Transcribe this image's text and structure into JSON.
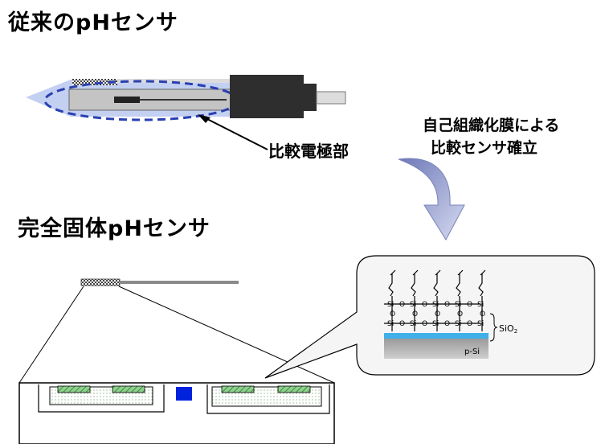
{
  "titles": {
    "conventional": "従来のpHセンサ",
    "solid_state": "完全固体pHセンサ"
  },
  "labels": {
    "reference_electrode": "比較電極部",
    "sam_line1": "自己組織化膜による",
    "sam_line2": "比較センサ確立"
  },
  "molecule": {
    "si": "Si",
    "o": "O",
    "sio2": "SiO",
    "sio2_sub": "2",
    "substrate": "p-Si"
  },
  "colors": {
    "probe_dark": "#333333",
    "probe_body": "#c0c0c0",
    "glow": "#b9c8f0",
    "dashed": "#2a3fb0",
    "arrow": "#8c96c8",
    "bubble": "#f5f5f5",
    "film": "#3fb0ea",
    "electrode": "#7fc07f",
    "square": "#0022dd"
  }
}
